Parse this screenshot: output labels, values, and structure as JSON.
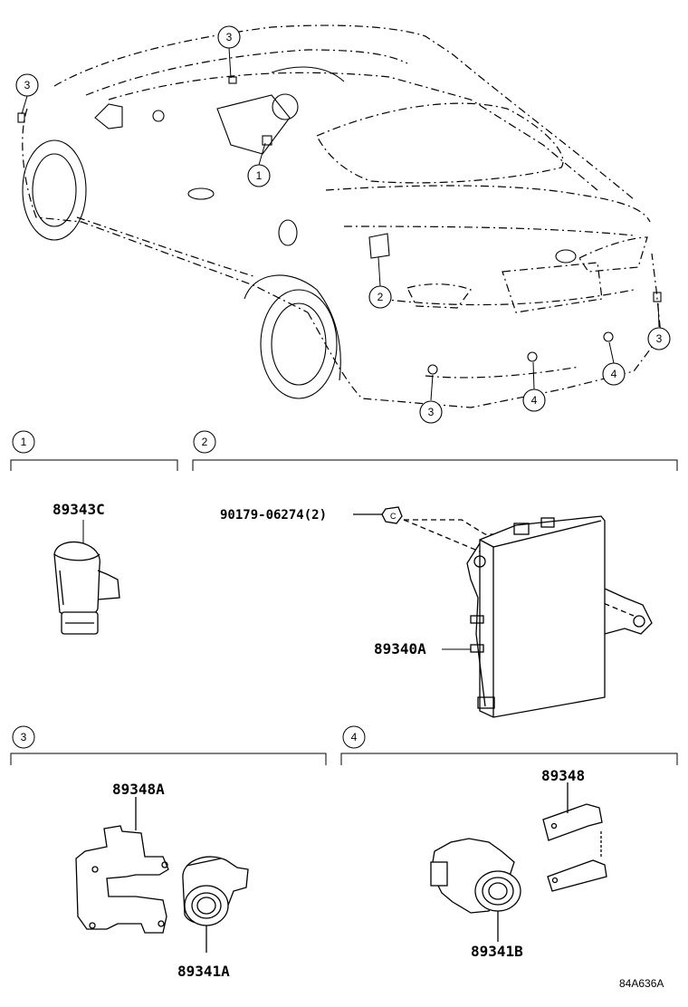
{
  "callouts": {
    "c1": "1",
    "c2": "2",
    "c3": "3",
    "c4": "4"
  },
  "sections": [
    {
      "id": "1",
      "label": "1"
    },
    {
      "id": "2",
      "label": "2"
    },
    {
      "id": "3",
      "label": "3"
    },
    {
      "id": "4",
      "label": "4"
    }
  ],
  "parts": {
    "p1": "89343C",
    "p2_bolt": "90179-06274(2)",
    "p2_ecu": "89340A",
    "p3_bracket": "89348A",
    "p3_sensor": "89341A",
    "p4_bracket": "89348",
    "p4_sensor": "89341B"
  },
  "illustration_code": "84A636A"
}
